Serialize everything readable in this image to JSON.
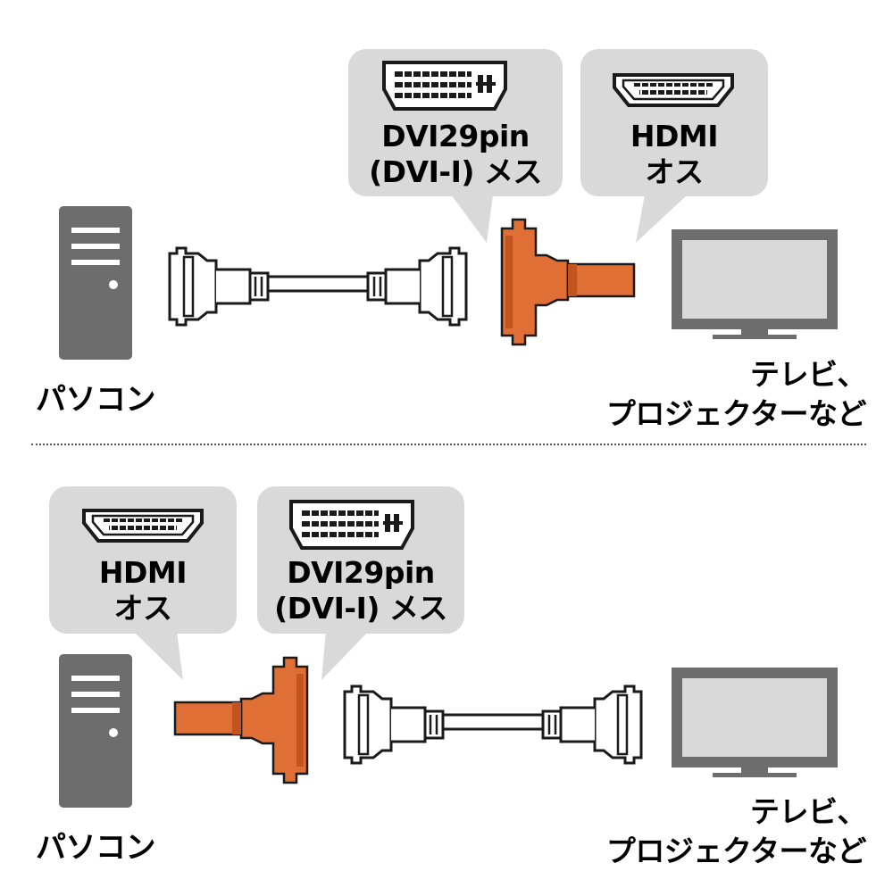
{
  "colors": {
    "adapter": "#e06f36",
    "adapter_dark": "#c4541f",
    "device_gray": "#6d6d6d",
    "bubble_gray": "#d9d9d9",
    "line": "#1a1a1a"
  },
  "icons": [
    "dvi-connector-icon",
    "hdmi-connector-icon",
    "pc-tower-icon",
    "tv-monitor-icon",
    "dvi-cable-icon",
    "dvi-hdmi-adapter-icon"
  ],
  "top": {
    "bubbles": {
      "dvi": {
        "line1": "DVI29pin",
        "line2": "(DVI-I) メス"
      },
      "hdmi": {
        "line1": "HDMI",
        "line2": "オス"
      }
    },
    "pc_label": "パソコン",
    "tv_label_line1": "テレビ、",
    "tv_label_line2": "プロジェクターなど"
  },
  "bottom": {
    "bubbles": {
      "hdmi": {
        "line1": "HDMI",
        "line2": "オス"
      },
      "dvi": {
        "line1": "DVI29pin",
        "line2": "(DVI-I) メス"
      }
    },
    "pc_label": "パソコン",
    "tv_label_line1": "テレビ、",
    "tv_label_line2": "プロジェクターなど"
  }
}
